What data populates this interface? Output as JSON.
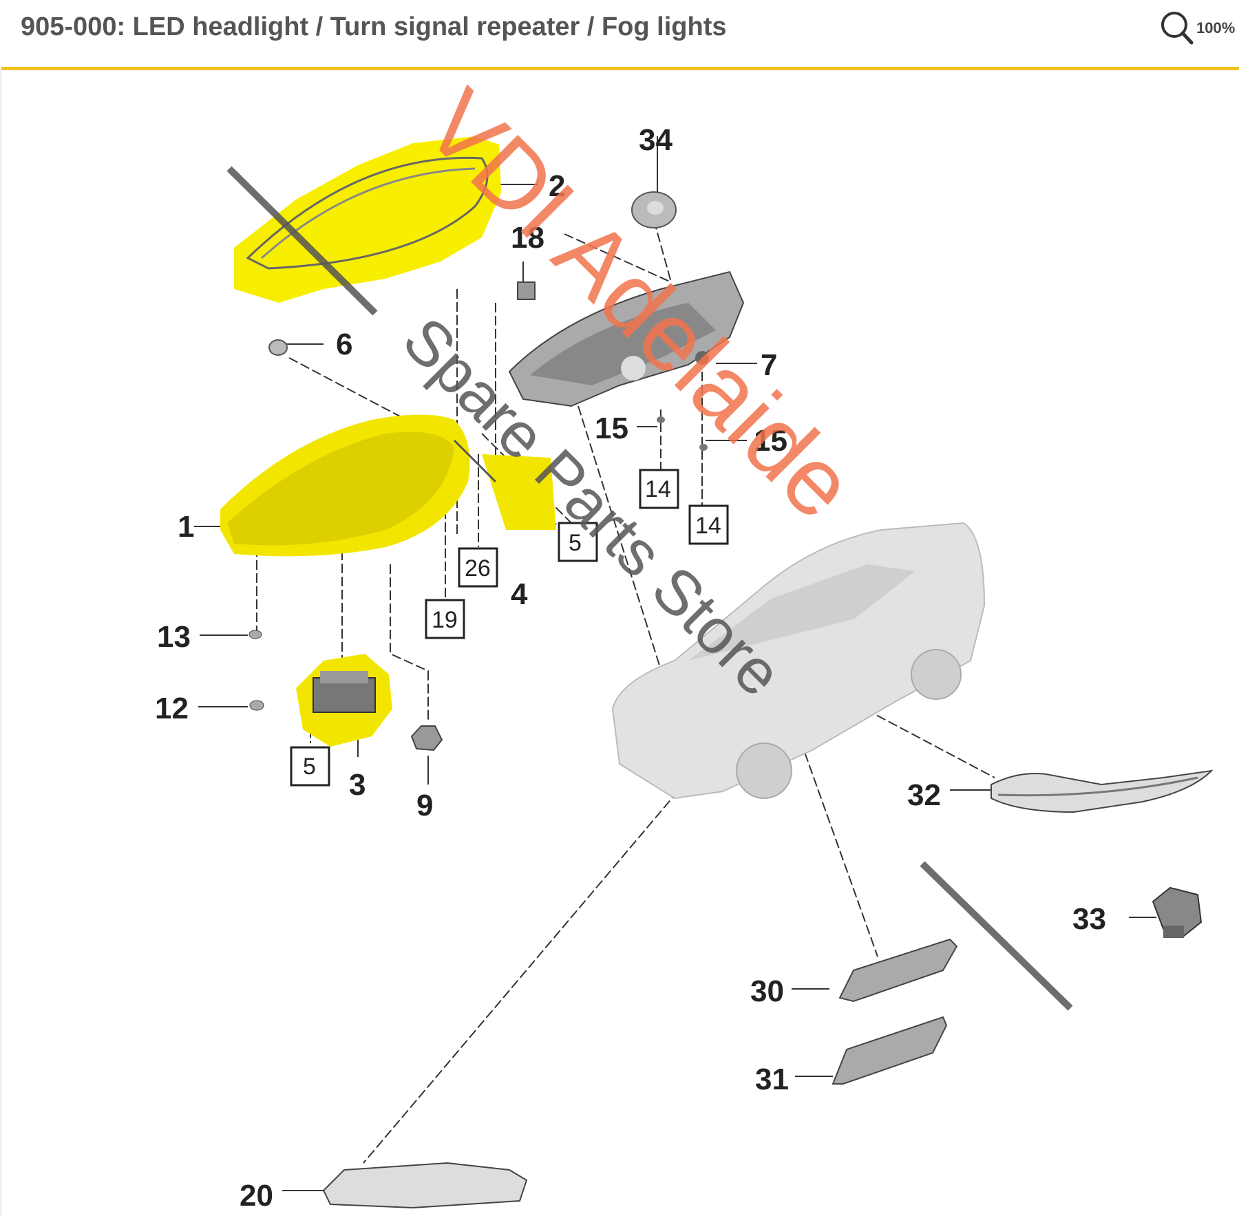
{
  "page_title": "905-000: LED headlight / Turn signal repeater / Fog lights",
  "zoom": {
    "label": "100%",
    "icon": "magnifier-icon"
  },
  "colors": {
    "accent": "#f2c21b",
    "highlight": "#f7ee00",
    "watermark_orange": "#f2744d",
    "watermark_gray": "#555555",
    "line": "#333333"
  },
  "watermark": {
    "line1": "VDI Adelaide",
    "line2": "Spare Parts Store"
  },
  "parts": {
    "p1": "1",
    "p2": "2",
    "p3": "3",
    "p4": "4",
    "p5a": "5",
    "p5b": "5",
    "p6": "6",
    "p7": "7",
    "p9": "9",
    "p12": "12",
    "p13": "13",
    "p14a": "14",
    "p14b": "14",
    "p15a": "15",
    "p15b": "15",
    "p18": "18",
    "p19": "19",
    "p20": "20",
    "p26": "26",
    "p30": "30",
    "p31": "31",
    "p32": "32",
    "p33": "33",
    "p34": "34"
  }
}
